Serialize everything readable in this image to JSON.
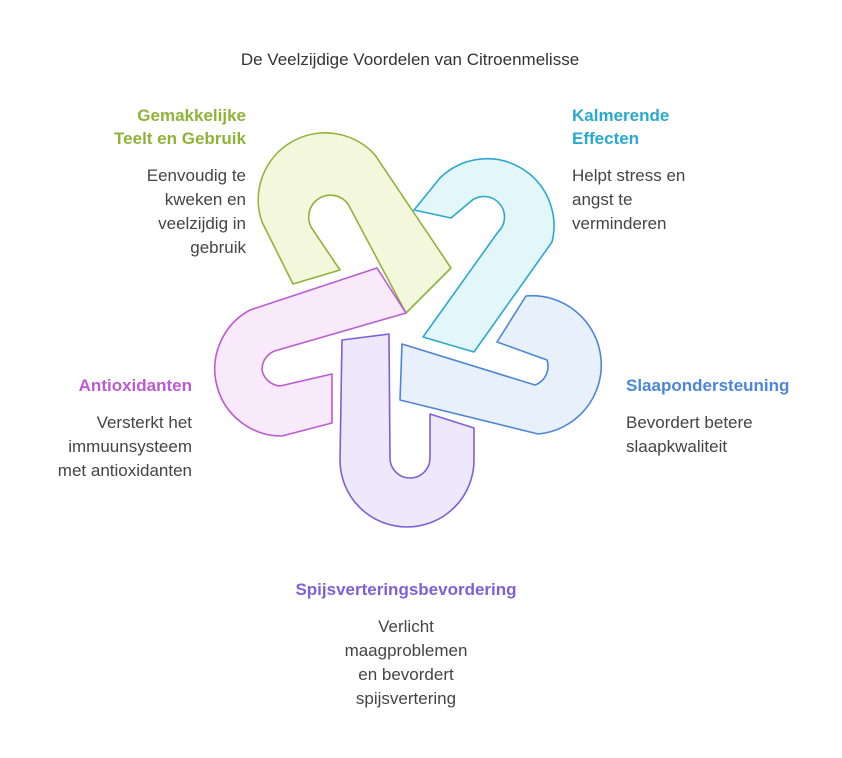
{
  "title": "De Veelzijdige Voordelen van Citroenmelisse",
  "items": [
    {
      "heading": "Gemakkelijke\nTeelt en Gebruik",
      "description": "Eenvoudig te\nkweken en\nveelzijdig in\ngebruik",
      "color": "#8fb33a",
      "fill": "#f3f8dc"
    },
    {
      "heading": "Kalmerende\nEffecten",
      "description": "Helpt stress en\nangst te\nverminderen",
      "color": "#2aa9cf",
      "fill": "#e3f6fa"
    },
    {
      "heading": "Slaapondersteuning",
      "description": "Bevordert betere\nslaapkwaliteit",
      "color": "#4b86d8",
      "fill": "#e8f0fb"
    },
    {
      "heading": "Spijsverteringsbevordering",
      "description": "Verlicht\nmaagproblemen\nen bevordert\nspijsvertering",
      "color": "#7e5fd8",
      "fill": "#ede9fa"
    },
    {
      "heading": "Antioxidanten",
      "description": "Versterkt het\nimmuunsysteem\nmet antioxidanten",
      "color": "#bb5ad4",
      "fill": "#f8e9fb"
    }
  ]
}
